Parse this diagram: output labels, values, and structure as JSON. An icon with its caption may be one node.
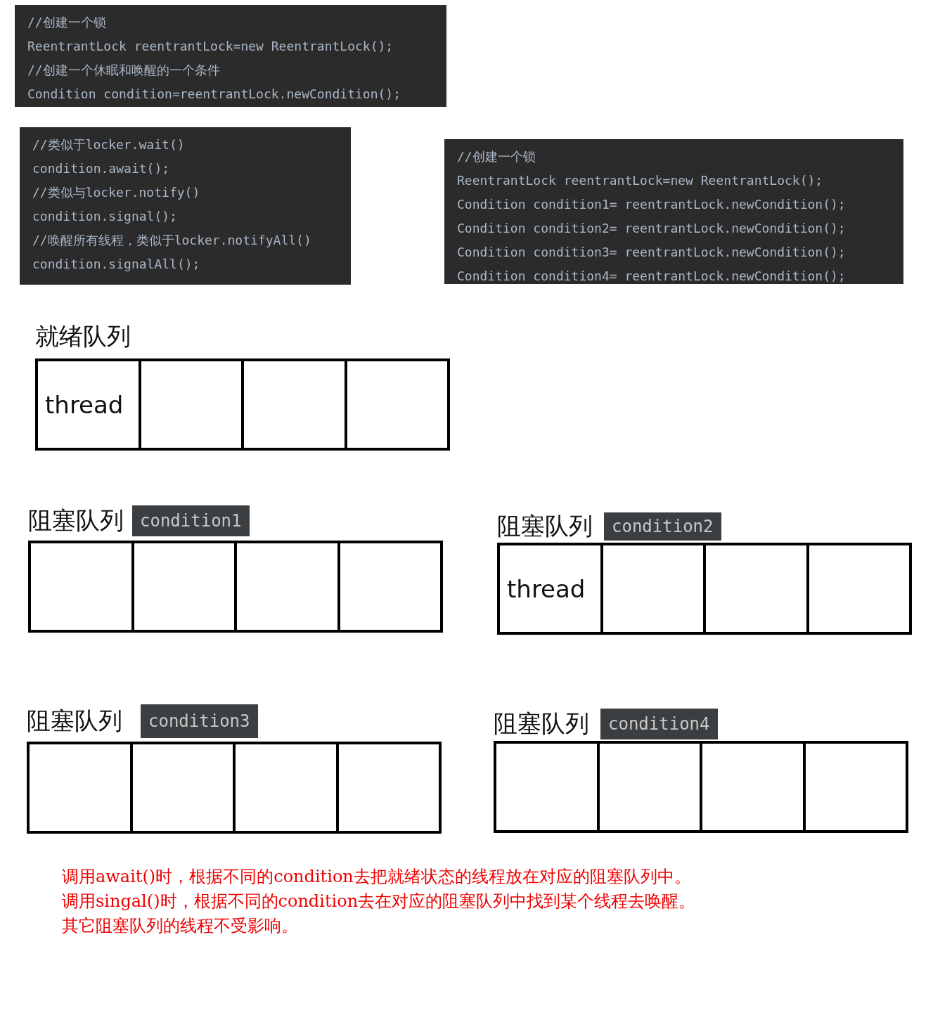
{
  "diagram": {
    "nodes": [
      {
        "text": [
          "//创建一个锁",
          "ReentrantLock reentrantLock=new ReentrantLock();",
          "//创建一个休眠和唤醒的一个条件",
          "Condition condition=reentrantLock.newCondition();"
        ]
      },
      {
        "text": [
          "//类似于locker.wait()",
          "condition.await();",
          "//类似与locker.notify()",
          "condition.signal();",
          "//唤醒所有线程，类似于locker.notifyAll()",
          "condition.signalAll();"
        ]
      },
      {
        "text": [
          "//创建一个锁",
          "ReentrantLock reentrantLock=new ReentrantLock();",
          "Condition condition1= reentrantLock.newCondition();",
          "Condition condition2= reentrantLock.newCondition();",
          "Condition condition3= reentrantLock.newCondition();",
          "Condition condition4= reentrantLock.newCondition();"
        ]
      },
      {
        "text": [
          "就绪队列"
        ]
      },
      {
        "text": [
          "thread"
        ],
        "in": 3
      },
      {
        "text": [],
        "shape": "box",
        "in": 3
      },
      {
        "text": [],
        "shape": "box",
        "in": 3
      },
      {
        "text": [],
        "shape": "box",
        "in": 3
      },
      {
        "text": [
          "阻塞队列",
          "condition1"
        ]
      },
      {
        "text": [],
        "shape": "box",
        "in": 8
      },
      {
        "text": [],
        "shape": "box",
        "in": 8
      },
      {
        "text": [],
        "shape": "box",
        "in": 8
      },
      {
        "text": [],
        "shape": "box",
        "in": 8
      },
      {
        "text": [
          "阻塞队列",
          "condition2"
        ]
      },
      {
        "text": [
          "thread"
        ],
        "in": 13
      },
      {
        "text": [],
        "shape": "box",
        "in": 13
      },
      {
        "text": [],
        "shape": "box",
        "in": 13
      },
      {
        "text": [],
        "shape": "box",
        "in": 13
      },
      {
        "text": [
          "阻塞队列",
          "condition3"
        ]
      },
      {
        "text": [],
        "shape": "box",
        "in": 18
      },
      {
        "text": [],
        "shape": "box",
        "in": 18
      },
      {
        "text": [],
        "shape": "box",
        "in": 18
      },
      {
        "text": [],
        "shape": "box",
        "in": 18
      },
      {
        "text": [
          "阻塞队列",
          "condition4"
        ]
      },
      {
        "text": [],
        "shape": "box",
        "in": 23
      },
      {
        "text": [],
        "shape": "box",
        "in": 23
      },
      {
        "text": [],
        "shape": "box",
        "in": 23
      },
      {
        "text": [],
        "shape": "box",
        "in": 23
      }
    ],
    "labels": [
      "调用await()时，根据不同的condition去把就绪状态的线程放在对应的阻塞队列中。",
      "调用singal()时，根据不同的condition去在对应的阻塞队列中找到某个线程去唤醒。",
      "其它阻塞队列的线程不受影响。"
    ]
  }
}
